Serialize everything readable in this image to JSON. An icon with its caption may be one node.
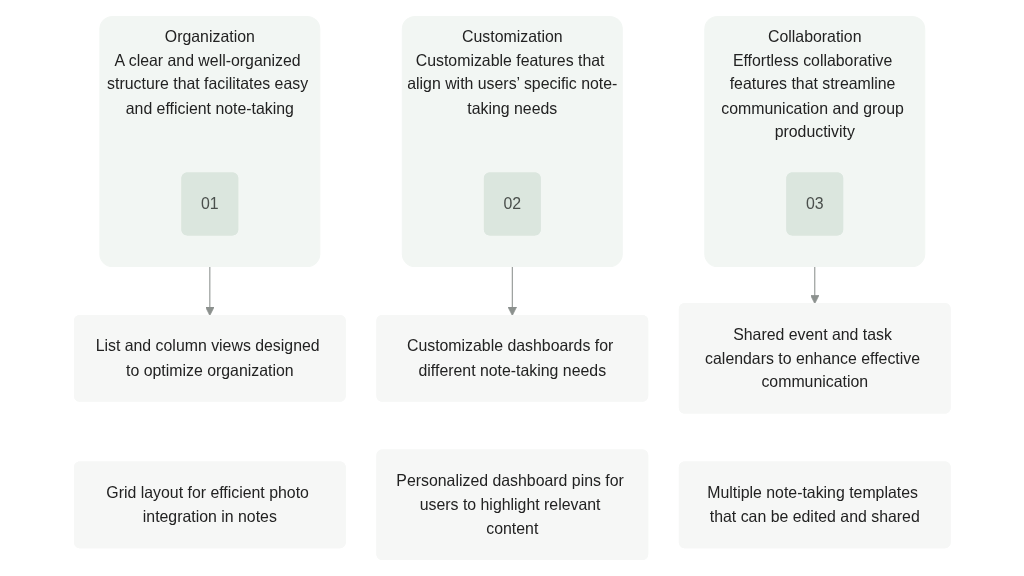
{
  "diagram": {
    "nodes": [
      {
        "text": [
          "Organization",
          "A clear and well-organized structure that facilitates easy and efficient note-taking"
        ]
      },
      {
        "text": [
          "01"
        ],
        "in": 0
      },
      {
        "text": [
          "Customization",
          "Customizable features that align with users’ specific note-taking needs"
        ]
      },
      {
        "text": [
          "02"
        ],
        "in": 2
      },
      {
        "text": [
          "Collaboration",
          "Effortless collaborative features that streamline communication and group productivity"
        ]
      },
      {
        "text": [
          "03"
        ],
        "in": 4
      },
      {
        "text": [
          "List and column views designed to optimize organization"
        ]
      },
      {
        "text": [
          "Customizable dashboards for different note-taking needs"
        ]
      },
      {
        "text": [
          "Shared event and task calendars to enhance effective communication"
        ]
      },
      {
        "text": [
          "Grid layout for efficient photo integration in notes"
        ]
      },
      {
        "text": [
          "Personalized dashboard pins for users to highlight relevant content"
        ]
      },
      {
        "text": [
          "Multiple note-taking templates that can be edited and shared"
        ]
      }
    ],
    "edges": [
      {
        "from": 0,
        "to": 6,
        "arrow": "to"
      },
      {
        "from": 2,
        "to": 7,
        "arrow": "to"
      },
      {
        "from": 4,
        "to": 8,
        "arrow": "to"
      }
    ]
  }
}
